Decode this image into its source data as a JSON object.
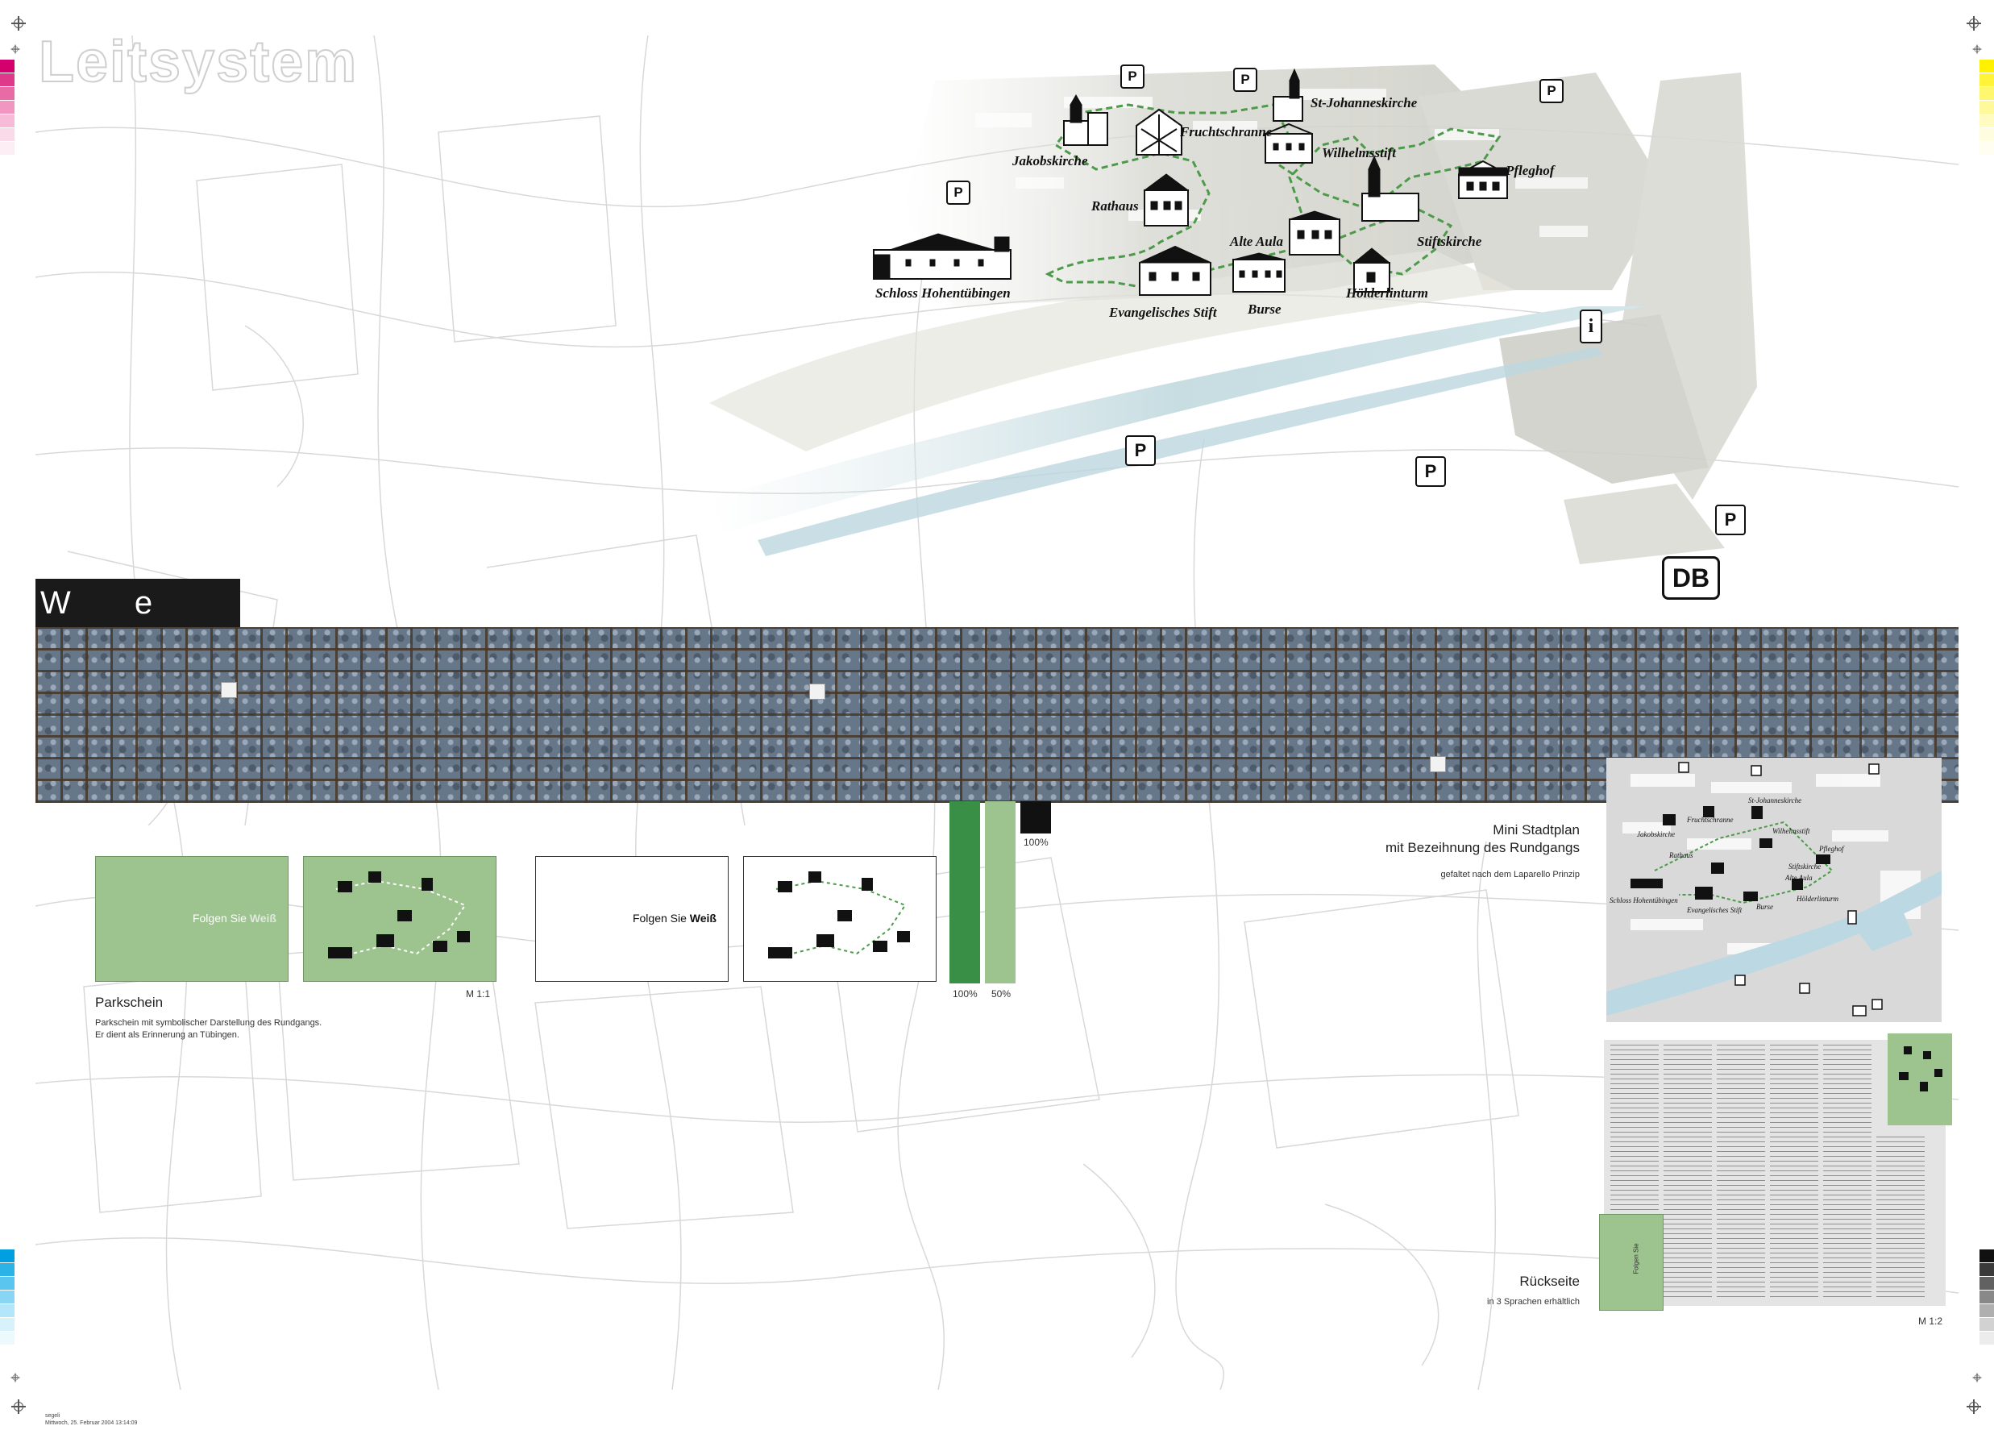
{
  "poster": {
    "title": "Leitsystem",
    "section_title": "W e i ß",
    "footer_line1": "segeli",
    "footer_line2": "Mittwoch, 25. Februar 2004 13:14:09"
  },
  "map": {
    "places": [
      "St-Johanneskirche",
      "Fruchtschranne",
      "Jakobskirche",
      "Wilhelmsstift",
      "Pfleghof",
      "Rathaus",
      "Stiftskirche",
      "Alte Aula",
      "Schloss Hohentübingen",
      "Evangelisches Stift",
      "Burse",
      "Hölderlinturm"
    ],
    "parking_symbol": "P",
    "info_symbol": "i",
    "rail_symbol": "DB"
  },
  "ticket": {
    "folgen_prefix": "Folgen Sie ",
    "folgen_word": "Weiß",
    "heading": "Parkschein",
    "desc_line1": "Parkschein mit symbolischer Darstellung des Rundgangs.",
    "desc_line2": "Er dient als Erinnerung an Tübingen.",
    "scale": "M 1:1"
  },
  "swatches": {
    "s1": "100%",
    "s2": "50%",
    "black": "100%"
  },
  "mini_map": {
    "heading_line1": "Mini Stadtplan",
    "heading_line2": "mit Bezeihnung des Rundgangs",
    "sub": "gefaltet nach dem Laparello Prinzip"
  },
  "backside": {
    "heading": "Rückseite",
    "sub": "in 3 Sprachen erhältlich",
    "scale": "M 1:2",
    "strip_text": "Folgen Sie"
  },
  "colors": {
    "green_full": "#3a8f46",
    "green_half": "#9dc38f",
    "route": "#4d9a4a"
  }
}
